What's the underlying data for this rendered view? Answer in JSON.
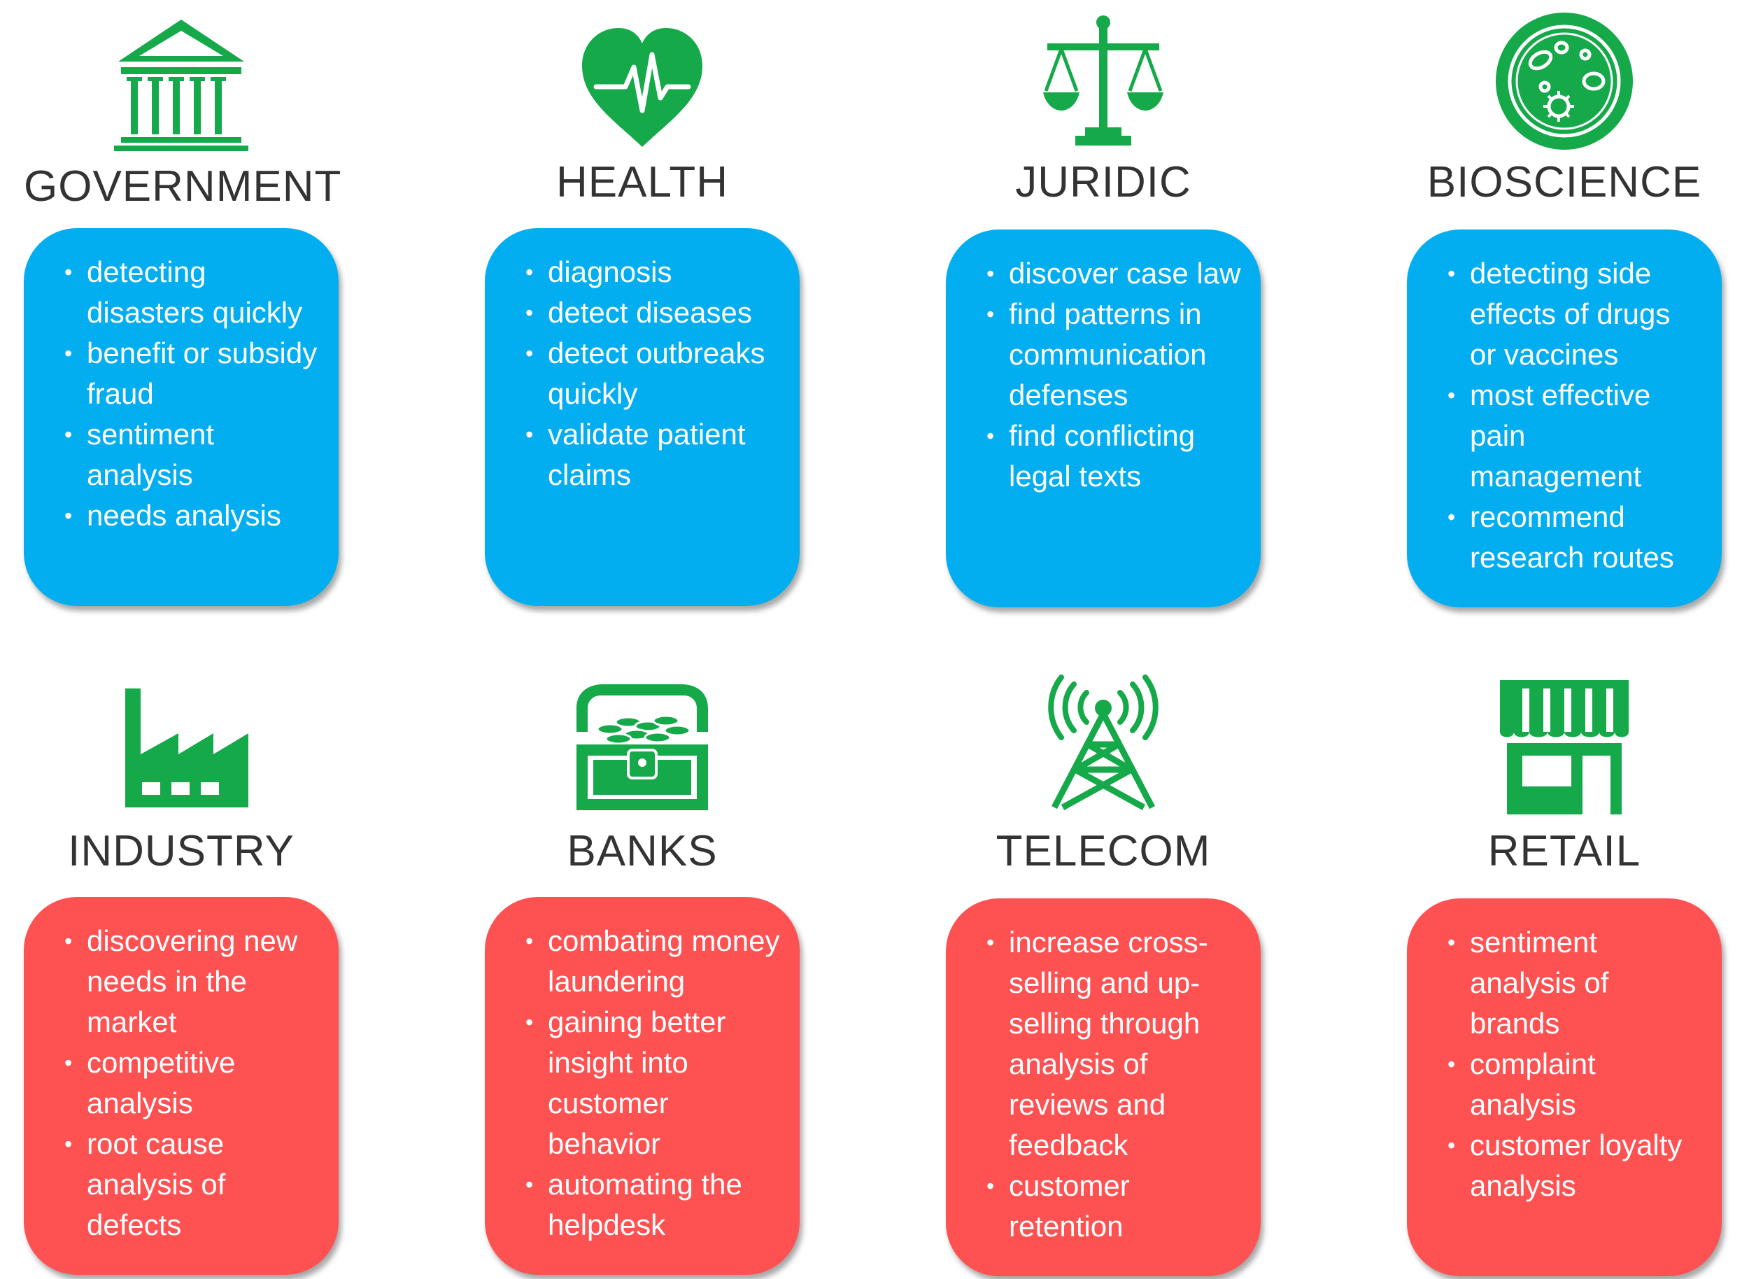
{
  "colors": {
    "icon": "#16A94A",
    "top_cards": "#02AEEF",
    "bottom_cards": "#FE5152",
    "title": "#333333",
    "card_text": "#FFFFFF"
  },
  "sectors": [
    {
      "title": "GOVERNMENT",
      "icon": "government-building-icon",
      "color": "blue",
      "items": [
        "detecting disasters quickly",
        "benefit or subsidy fraud",
        "sentiment analysis",
        "needs analysis"
      ]
    },
    {
      "title": "HEALTH",
      "icon": "heart-pulse-icon",
      "color": "blue",
      "items": [
        "diagnosis",
        "detect diseases",
        "detect outbreaks quickly",
        "validate patient claims"
      ]
    },
    {
      "title": "JURIDIC",
      "icon": "scales-of-justice-icon",
      "color": "blue",
      "items": [
        "discover case law",
        "find patterns in communication defenses",
        "find conflicting legal texts"
      ]
    },
    {
      "title": "BIOSCIENCE",
      "icon": "petri-dish-icon",
      "color": "blue",
      "items": [
        "detecting side effects of drugs or vaccines",
        "most effective pain management",
        "recommend research routes"
      ]
    },
    {
      "title": "INDUSTRY",
      "icon": "factory-icon",
      "color": "red",
      "items": [
        "discovering new needs in the market",
        "competitive analysis",
        "root cause analysis of defects"
      ]
    },
    {
      "title": "BANKS",
      "icon": "treasure-chest-icon",
      "color": "red",
      "items": [
        "combating money laundering",
        "gaining better insight into customer behavior",
        "automating the helpdesk"
      ]
    },
    {
      "title": "TELECOM",
      "icon": "radio-tower-icon",
      "color": "red",
      "items": [
        "increase cross-selling and up-selling through analysis of reviews and feedback",
        "customer retention"
      ]
    },
    {
      "title": "RETAIL",
      "icon": "storefront-icon",
      "color": "red",
      "items": [
        "sentiment analysis of brands",
        "complaint analysis",
        "customer loyalty analysis"
      ]
    }
  ]
}
